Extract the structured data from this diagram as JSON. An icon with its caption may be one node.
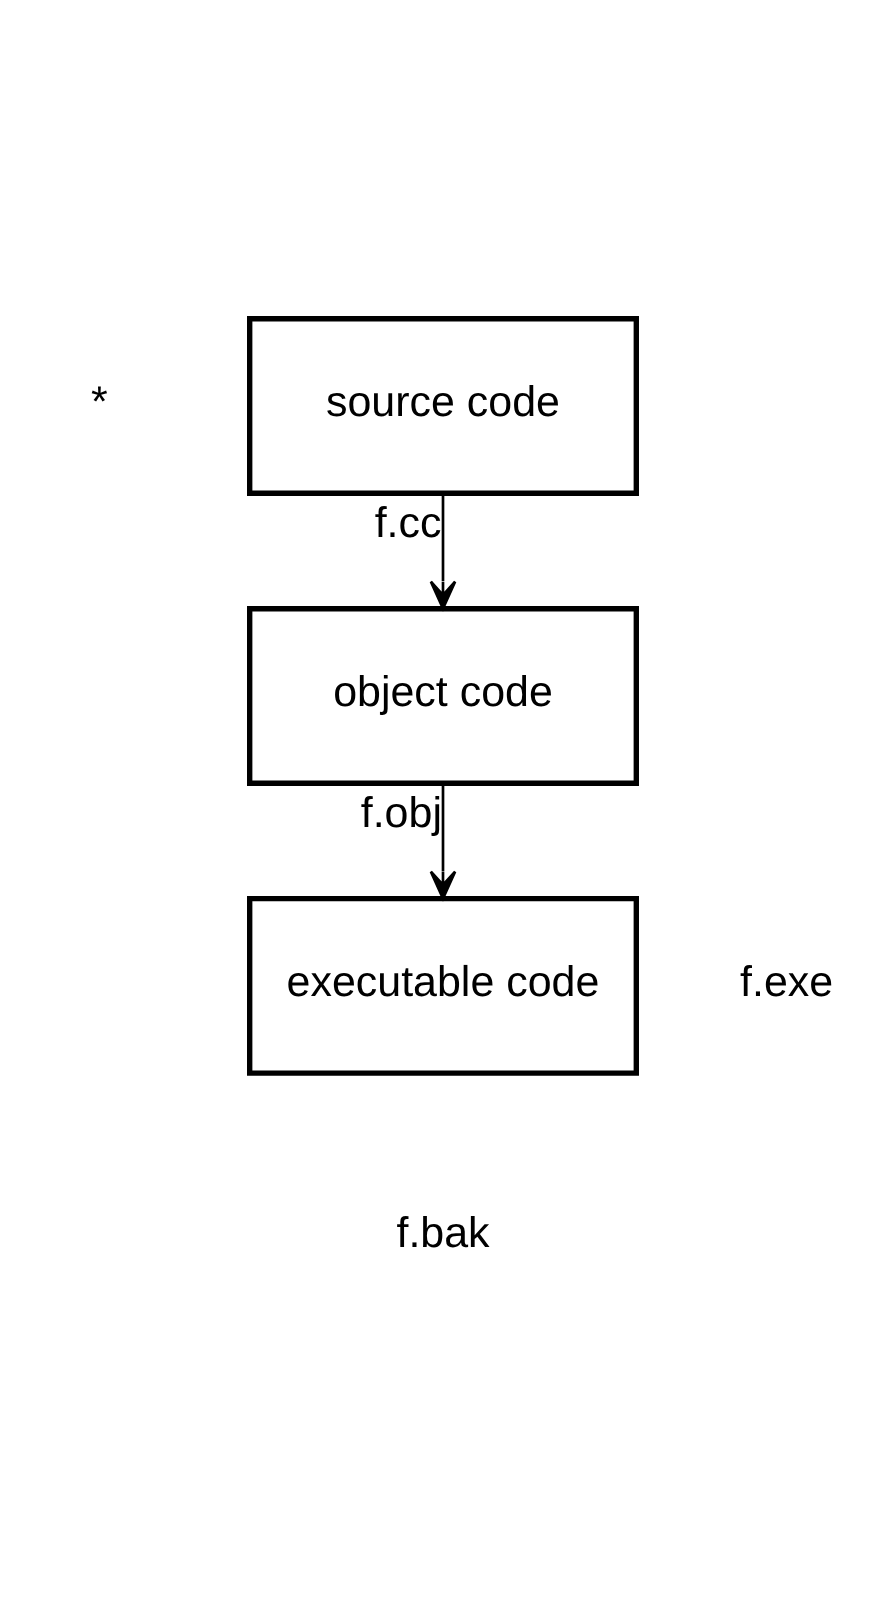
{
  "diagram": {
    "nodes": [
      {
        "text": [
          "source code"
        ]
      },
      {
        "text": [
          "object code"
        ]
      },
      {
        "text": [
          "executable code"
        ],
        "beside": [
          "f.exe"
        ]
      }
    ],
    "edges": [
      {
        "from": 0,
        "to": 1,
        "arrow": "to",
        "label": "f.cc"
      },
      {
        "from": 1,
        "to": 2,
        "arrow": "to",
        "label": "f.obj"
      }
    ],
    "labels": [
      "*",
      "f.bak"
    ]
  }
}
